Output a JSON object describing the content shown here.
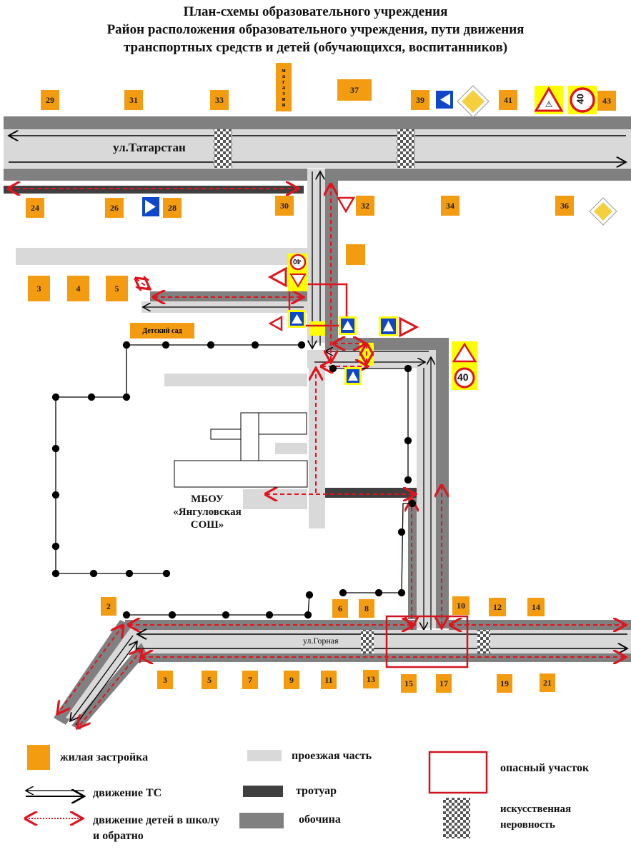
{
  "title": {
    "line1": "План-схемы образовательного учреждения",
    "line2": "Район расположения образовательного учреждения, пути движения",
    "line3": "транспортных средств и детей (обучающихся, воспитанников)"
  },
  "streets": {
    "top": "ул.Татарстан",
    "bottom": "ул.Горная"
  },
  "labels": {
    "shop": "магазин",
    "kindergarten": "Детский сад",
    "school": "МБОУ «Янгуловская СОШ»"
  },
  "houses": {
    "top_row": [
      "29",
      "31",
      "33",
      "37",
      "39",
      "41",
      "43"
    ],
    "second_row": [
      "24",
      "26",
      "28",
      "30",
      "32",
      "34",
      "36"
    ],
    "left_row": [
      "3",
      "4",
      "5"
    ],
    "bottom_north": [
      "2",
      "6",
      "8",
      "10",
      "12",
      "14"
    ],
    "bottom_south": [
      "3",
      "5",
      "7",
      "9",
      "11",
      "13",
      "15",
      "17",
      "19",
      "21"
    ]
  },
  "signs": {
    "speed_limit": "40"
  },
  "legend": {
    "housing": "жилая застройка",
    "carriageway": "проезжая часть",
    "danger_zone": "опасный участок",
    "vehicle_traffic": "движение ТС",
    "sidewalk": "тротуар",
    "children_route": "движение детей в школу и обратно",
    "shoulder": "обочина",
    "speed_bump": "искусственная неровность"
  },
  "colors": {
    "housing": "#f39c12",
    "carriageway": "#d9d9d9",
    "sidewalk": "#3f3f3f",
    "shoulder": "#808080",
    "route": "#e0141e",
    "danger": "#d0141e"
  }
}
